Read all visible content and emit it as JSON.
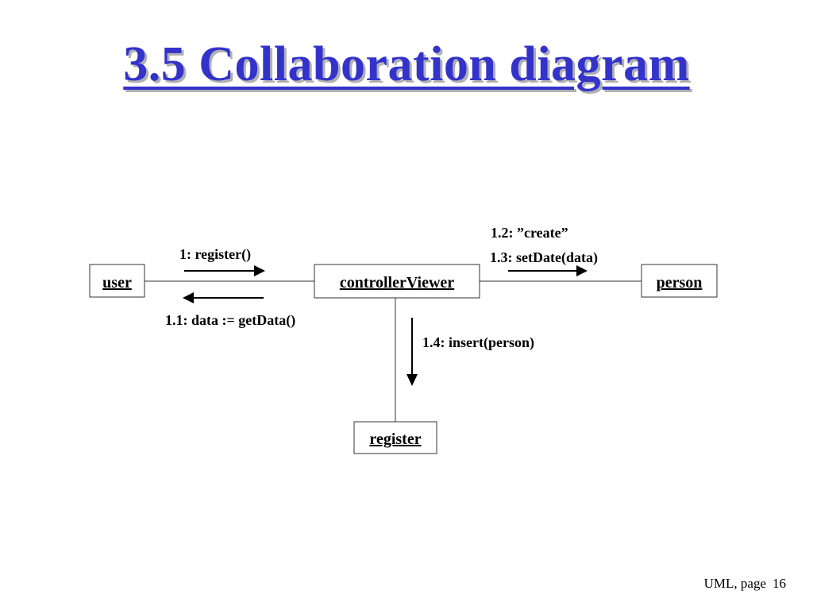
{
  "title": "3.5 Collaboration diagram",
  "objects": {
    "user": "user",
    "controller": "controllerViewer",
    "person": "person",
    "register": "register"
  },
  "messages": {
    "register_call": "1: register()",
    "get_data": "1.1: data := getData()",
    "create": "1.2: ”create”",
    "set_date": "1.3: setDate(data)",
    "insert": "1.4: insert(person)"
  },
  "footer": {
    "label": "UML, page",
    "page_number": "16"
  }
}
